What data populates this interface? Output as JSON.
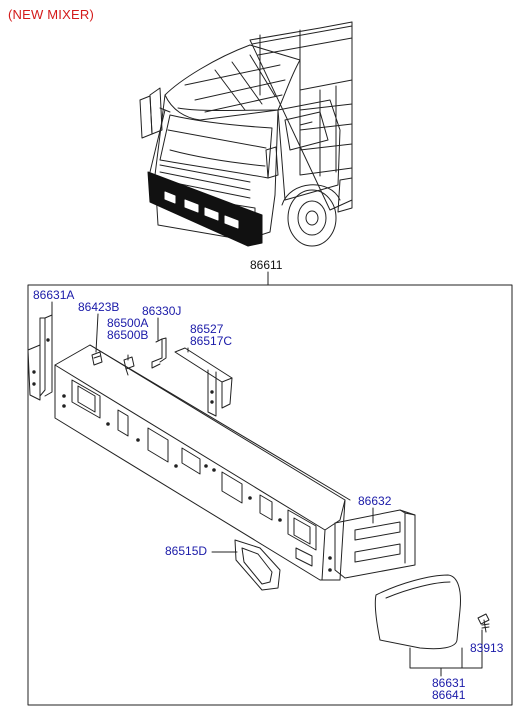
{
  "header": {
    "title": "(NEW MIXER)"
  },
  "labels": {
    "assembly": "86611",
    "p86631A": "86631A",
    "p86423B": "86423B",
    "p86500A": "86500A",
    "p86500B": "86500B",
    "p86330J": "86330J",
    "p86527": "86527",
    "p86517C": "86517C",
    "p86632": "86632",
    "p86515D": "86515D",
    "p83913": "83913",
    "p86631": "86631",
    "p86641": "86641"
  },
  "colors": {
    "header": "#d41a1a",
    "part_label": "#1a1aa8",
    "assembly_label": "#111111",
    "line": "#222222"
  }
}
